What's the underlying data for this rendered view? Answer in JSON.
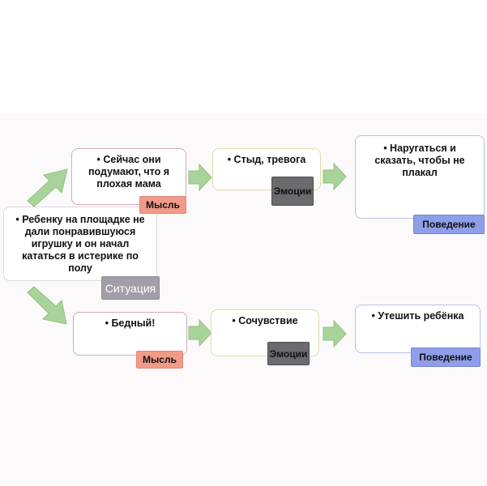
{
  "situation": {
    "text": "• Ребенку на площадке не дали понравившуюся игрушку и он начал кататься в истерике по полу",
    "tag": "Ситуация"
  },
  "top_row": {
    "thought": {
      "text": "• Сейчас они подумают, что я плохая мама",
      "tag": "Мысль"
    },
    "emotion": {
      "text": "• Стыд, тревога",
      "tag": "Эмоции"
    },
    "behavior": {
      "text": "• Наругаться и сказать, чтобы не плакал",
      "tag": "Поведение"
    }
  },
  "bottom_row": {
    "thought": {
      "text": "• Бедный!",
      "tag": "Мысль"
    },
    "emotion": {
      "text": "• Сочувствие",
      "tag": "Эмоции"
    },
    "behavior": {
      "text": "• Утешить ребёнка",
      "tag": "Поведение"
    }
  },
  "colors": {
    "arrow_fill": "#a8d49a",
    "thought_tag": "#f29a88",
    "emotion_tag": "#6b6a6e",
    "behavior_tag": "#8f9ee8",
    "situation_tag": "#a19ea8"
  }
}
